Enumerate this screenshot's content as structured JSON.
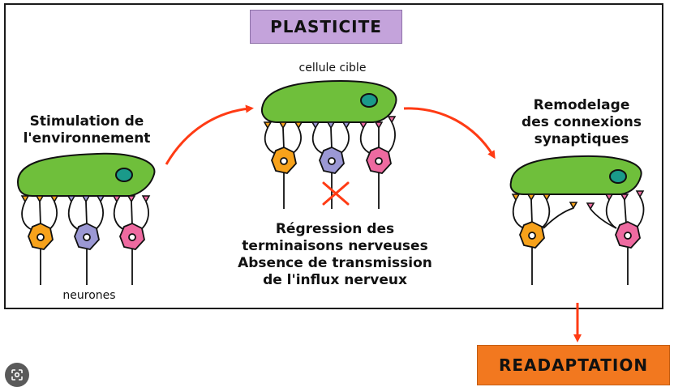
{
  "title": "PLASTICITE",
  "left": {
    "caption_line1": "Stimulation de",
    "caption_line2": "l'environnement",
    "neurons_label": "neurones"
  },
  "middle": {
    "target_label": "cellule cible",
    "text_line1": "Régression des",
    "text_line2": "terminaisons nerveuses",
    "text_line3": "Absence de transmission",
    "text_line4": "de l'influx nerveux"
  },
  "right": {
    "caption_line1": "Remodelage",
    "caption_line2": "des connexions",
    "caption_line3": "synaptiques"
  },
  "result": "READAPTATION",
  "colors": {
    "cell": "#6fbf3b",
    "nucleus": "#1a9a8a",
    "arrow": "#ff3b14",
    "neuron_orange": "#f7a21b",
    "neuron_purple": "#9b98d4",
    "neuron_pink": "#ee6aa0",
    "title_bg": "#c4a3db",
    "result_bg": "#f2781f"
  },
  "icons": {
    "lens": "google-lens-icon"
  }
}
